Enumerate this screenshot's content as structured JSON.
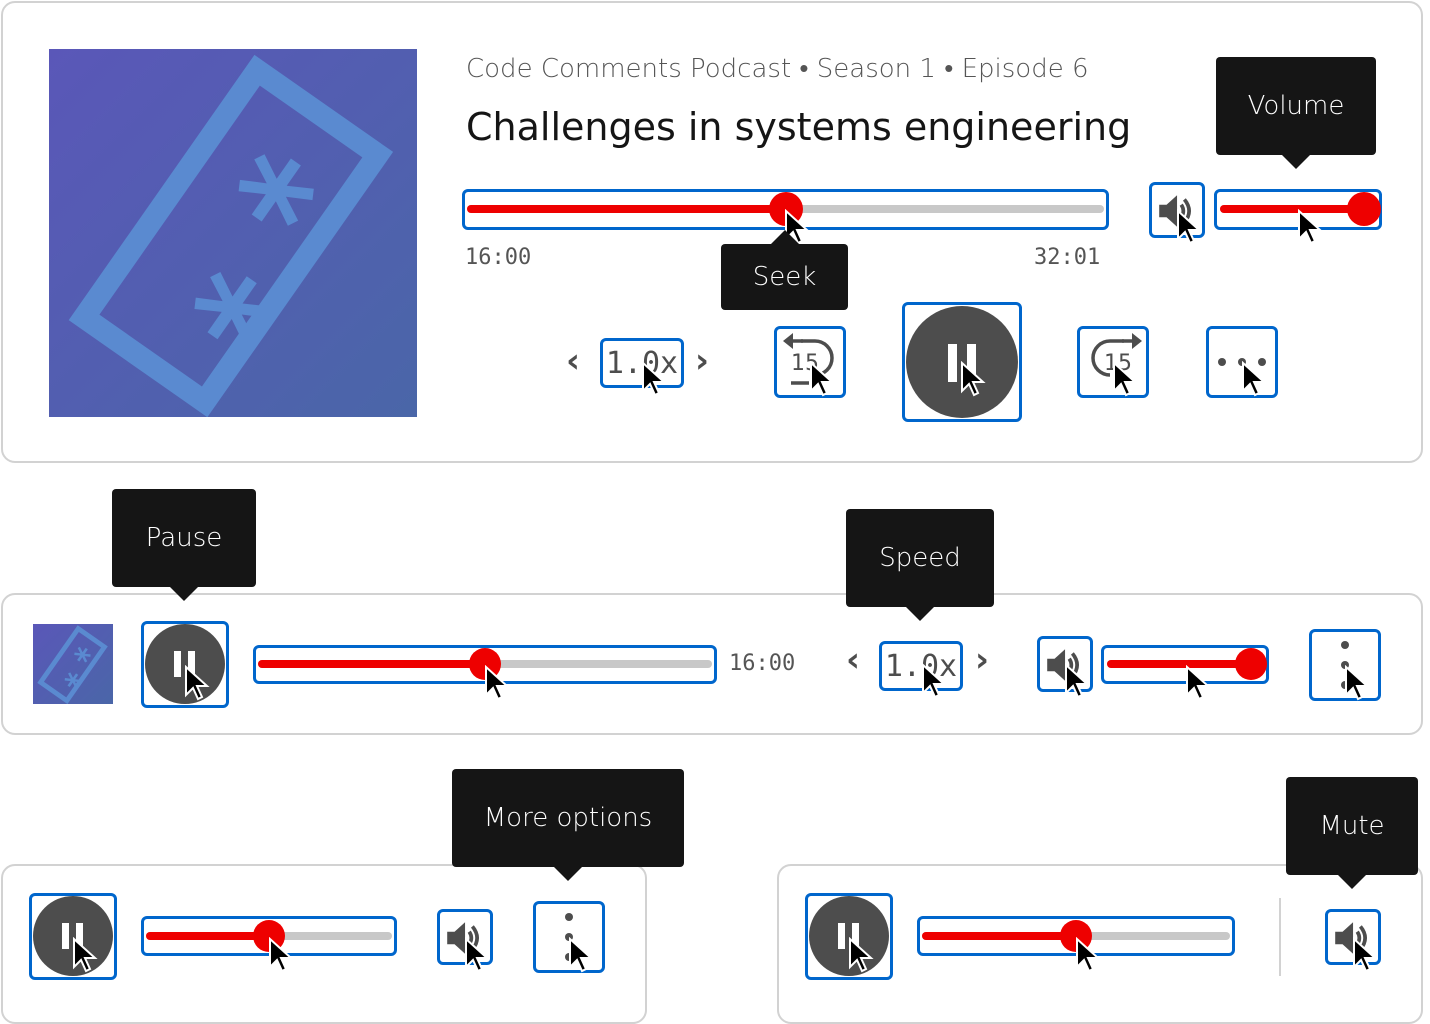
{
  "episode": {
    "subtitle": "Code Comments Podcast • Season 1 • Episode 6",
    "title": "Challenges in systems engineering",
    "elapsed": "16:00",
    "duration": "32:01"
  },
  "playback": {
    "progress_percent": 50,
    "volume_percent": 100,
    "speed": "1.0x",
    "skip_seconds": "15",
    "state": "playing"
  },
  "tooltips": {
    "seek": "Seek",
    "volume": "Volume",
    "pause": "Pause",
    "speed": "Speed",
    "more_options": "More options",
    "mute": "Mute"
  },
  "colors": {
    "accent": "#0066cc",
    "progress": "#ee0000",
    "track": "#c8c8c8",
    "button": "#4d4d4d",
    "tooltip": "#151515"
  }
}
